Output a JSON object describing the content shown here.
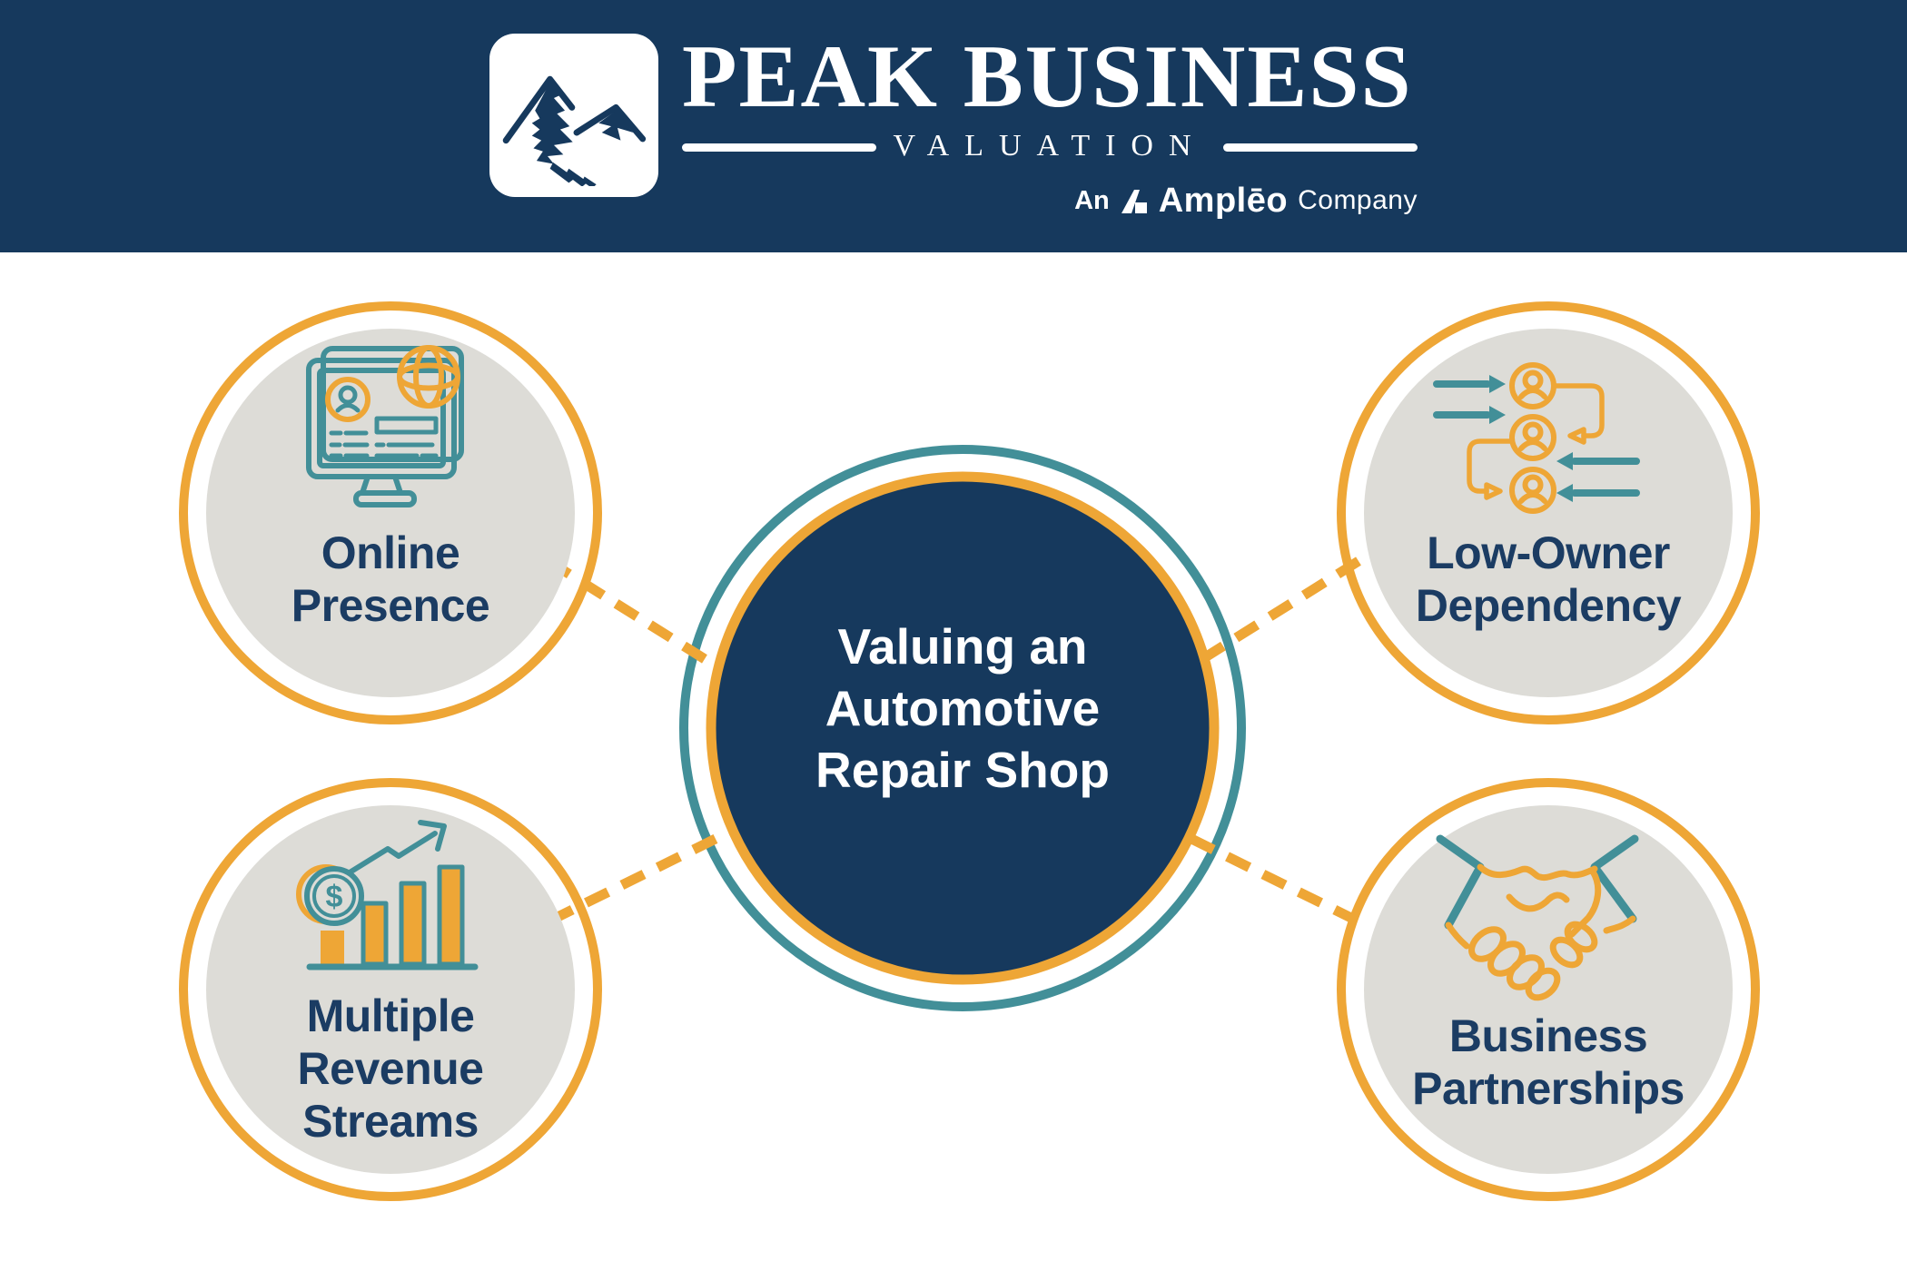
{
  "header": {
    "brand_name": "PEAK BUSINESS",
    "brand_subtitle": "VALUATION",
    "tagline_prefix": "An",
    "tagline_brand": "Amplēo",
    "tagline_suffix": "Company"
  },
  "diagram": {
    "center": {
      "lines": [
        "Valuing an",
        "Automotive",
        "Repair Shop"
      ]
    },
    "nodes": [
      {
        "id": "online-presence",
        "icon": "monitor-globe-icon",
        "lines": [
          "Online",
          "Presence"
        ]
      },
      {
        "id": "low-owner-dependency",
        "icon": "people-flow-icon",
        "lines": [
          "Low-Owner",
          "Dependency"
        ]
      },
      {
        "id": "multiple-revenue-streams",
        "icon": "bar-chart-dollar-icon",
        "lines": [
          "Multiple",
          "Revenue",
          "Streams"
        ]
      },
      {
        "id": "business-partnerships",
        "icon": "handshake-icon",
        "lines": [
          "Business",
          "Partnerships"
        ]
      }
    ],
    "colors": {
      "navy": "#16395D",
      "label_navy": "#1B3C63",
      "orange": "#EEA636",
      "teal": "#428F98",
      "circle_gray": "#DDDCD7",
      "white": "#FFFFFF"
    }
  }
}
